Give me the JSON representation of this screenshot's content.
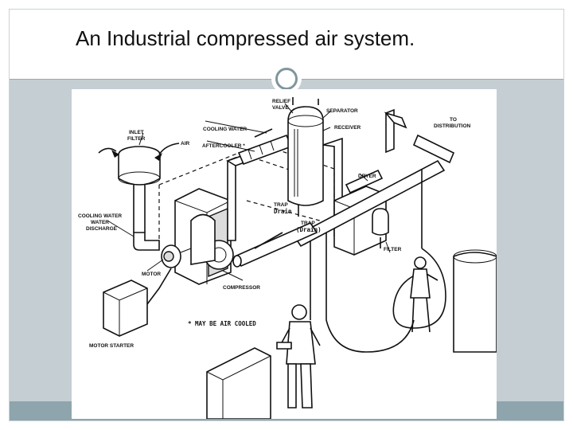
{
  "slide": {
    "title": "An Industrial compressed air system."
  },
  "diagram": {
    "labels": {
      "relief_valve_1": "RELIEF",
      "relief_valve_2": "VALVE",
      "separator": "SEPARATOR",
      "to_distribution_1": "TO",
      "to_distribution_2": "DISTRIBUTION",
      "cooling_water": "COOLING WATER",
      "receiver": "RECEIVER",
      "inlet_filter_1": "INLET",
      "inlet_filter_2": "FILTER",
      "air": "AIR",
      "aftercooler": "AFTERCOOLER *",
      "dryer": "DRYER",
      "trap_drain_1_a": "TRAP",
      "trap_drain_1_b": "Drain",
      "trap_drain_2_a": "TRAP",
      "trap_drain_2_b": "(Drain)",
      "cooling_water_discharge_1": "COOLING WATER",
      "cooling_water_discharge_2": "WATER",
      "cooling_water_discharge_3": "DISCHARGE",
      "filter": "FILTER",
      "motor": "MOTOR",
      "compressor": "COMPRESSOR",
      "may_be_air_cooled": "* MAY BE AIR COOLED",
      "motor_starter": "MOTOR STARTER"
    }
  },
  "colors": {
    "content_background": "#c4ced3",
    "bottom_band": "#8fa5ad",
    "ring": "#7f969e"
  }
}
